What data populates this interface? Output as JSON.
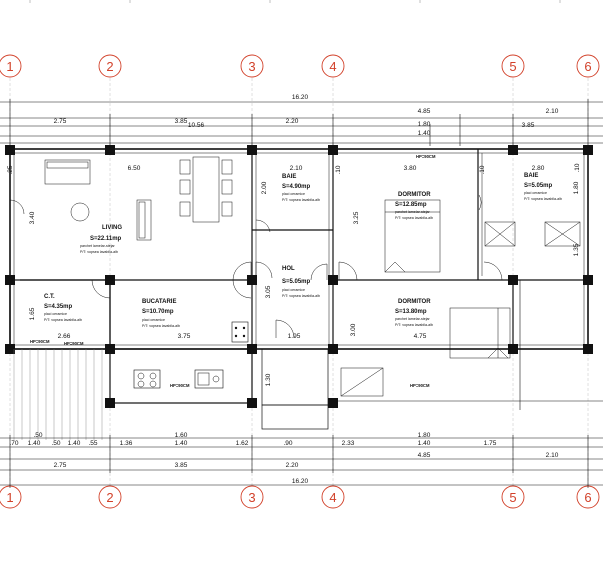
{
  "axes": {
    "top": [
      "1",
      "2",
      "3",
      "4",
      "5",
      "6"
    ],
    "bottom": [
      "1",
      "2",
      "3",
      "4",
      "5",
      "6"
    ]
  },
  "dimensions": {
    "top_total": "16.20",
    "top_row2": [
      "4.85",
      "2.10"
    ],
    "top_row3": [
      "2.75",
      "3.85",
      "10.56",
      "2.20",
      "1.80",
      "3.85"
    ],
    "top_row4": [
      "1.40"
    ],
    "inner_top": [
      "6.50",
      "2.10",
      "3.80",
      "2.80"
    ],
    "left": [
      "3.40",
      "1.65",
      ".25"
    ],
    "vertical_inner": [
      "2.00",
      "3.25",
      "3.05",
      "3.00",
      "1.30",
      "1.80",
      "1.35",
      ".10",
      ".10",
      ".10"
    ],
    "inner_mid": [
      "2.66",
      "3.75",
      "1.95",
      "4.75"
    ],
    "bottom_row1": [
      ".70",
      "1.40",
      ".50",
      ".50",
      "1.40",
      ".55",
      "1.36",
      "1.60",
      "1.40",
      "1.62",
      ".90",
      "2.33",
      "1.80",
      "1.40",
      "1.75"
    ],
    "bottom_row2": [
      "2.75",
      "3.85",
      "2.20",
      "4.85",
      "2.10"
    ],
    "bottom_total": "16.20"
  },
  "rooms": [
    {
      "name": "LIVING",
      "area": "S=22.11mp",
      "finish": "parchet lamelar-stejar",
      "walls": "P/T: vopsea lavabila-alb"
    },
    {
      "name": "BAIE",
      "area": "S=4.90mp",
      "finish": "placi ceramice",
      "walls": "P/T: vopsea lavabila-alb"
    },
    {
      "name": "DORMITOR",
      "area": "S=12.85mp",
      "finish": "parchet lamelar-stejar",
      "walls": "P/T: vopsea lavabila-alb"
    },
    {
      "name": "BAIE",
      "area": "S=5.05mp",
      "finish": "placi ceramice",
      "walls": "P/T: vopsea lavabila-alb"
    },
    {
      "name": "HOL",
      "area": "S=5.05mp",
      "finish": "placi ceramice",
      "walls": "P/T: vopsea lavabila-alb"
    },
    {
      "name": "C.T.",
      "area": "S=4.35mp",
      "finish": "placi ceramice",
      "walls": "P/T: vopsea lavabila-alb"
    },
    {
      "name": "BUCATARIE",
      "area": "S=10.70mp",
      "finish": "placi ceramice",
      "walls": "P/T: vopsea lavabila-alb"
    },
    {
      "name": "DORMITOR",
      "area": "S=13.80mp",
      "finish": "parchet lamelar-stejar",
      "walls": "P/T: vopsea lavabila-alb"
    }
  ],
  "window_labels": [
    "HP=90CM",
    "HP=90CM",
    "HP=90CM",
    "HP=90CM",
    "HP=90CM"
  ],
  "colors": {
    "axis": "#d2412a",
    "line": "#111111",
    "wall_fill": "#ffffff"
  }
}
